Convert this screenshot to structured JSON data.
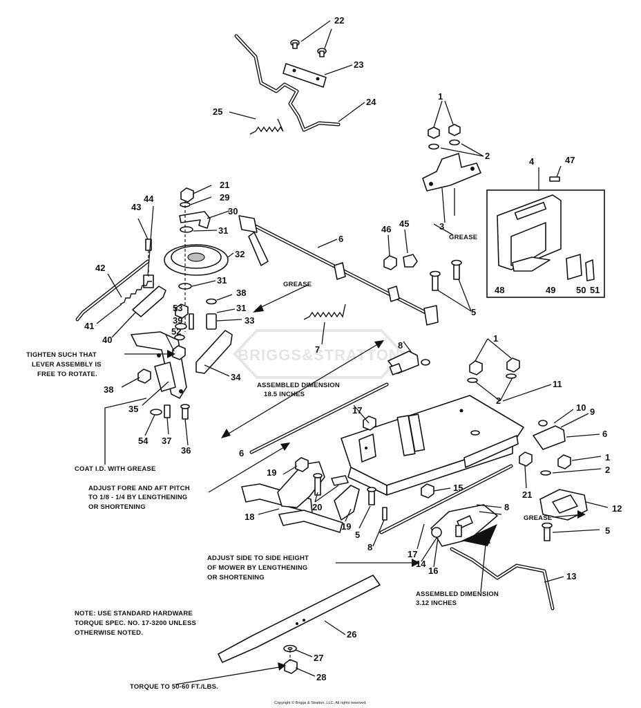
{
  "labels": {
    "l1a": "1",
    "l1b": "1",
    "l1c": "1",
    "l2a": "2",
    "l2b": "2",
    "l2c": "2",
    "l3": "3",
    "l4": "4",
    "l5a": "5",
    "l5b": "5",
    "l5c": "5",
    "l6a": "6",
    "l6b": "6",
    "l6c": "6",
    "l7": "7",
    "l8a": "8",
    "l8b": "8",
    "l8c": "8",
    "l9": "9",
    "l10": "10",
    "l11": "11",
    "l12": "12",
    "l13": "13",
    "l14": "14",
    "l15": "15",
    "l16": "16",
    "l17a": "17",
    "l17b": "17",
    "l18": "18",
    "l19a": "19",
    "l19b": "19",
    "l20": "20",
    "l21a": "21",
    "l21b": "21",
    "l22": "22",
    "l23": "23",
    "l24": "24",
    "l25": "25",
    "l26": "26",
    "l27": "27",
    "l28": "28",
    "l29": "29",
    "l30": "30",
    "l31a": "31",
    "l31b": "31",
    "l31c": "31",
    "l32": "32",
    "l33": "33",
    "l34": "34",
    "l35": "35",
    "l36": "36",
    "l37": "37",
    "l38a": "38",
    "l38b": "38",
    "l39": "39",
    "l40": "40",
    "l41": "41",
    "l42": "42",
    "l43": "43",
    "l44": "44",
    "l45": "45",
    "l46": "46",
    "l47": "47",
    "l48": "48",
    "l49": "49",
    "l50": "50",
    "l51": "51",
    "l52": "52",
    "l53": "53",
    "l54": "54"
  },
  "notes": {
    "grease_top": "GREASE",
    "grease_bracket": "GREASE",
    "grease_right": "GREASE",
    "tighten_1": "TIGHTEN SUCH THAT",
    "tighten_2": "LEVER ASSEMBLY IS",
    "tighten_3": "FREE TO ROTATE.",
    "assembled_1": "ASSEMBLED DIMENSION",
    "assembled_2": "18.5 INCHES",
    "coat": "COAT I.D. WITH GREASE",
    "pitch_1": "ADJUST FORE AND AFT PITCH",
    "pitch_2": "TO 1/8 - 1/4 BY LENGTHENING",
    "pitch_3": "OR SHORTENING",
    "side_1": "ADJUST SIDE TO SIDE HEIGHT",
    "side_2": "OF MOWER BY LENGTHENING",
    "side_3": "OR SHORTENING",
    "assembled2_1": "ASSEMBLED DIMENSION",
    "assembled2_2": "3.12 INCHES",
    "note_1": "NOTE: USE STANDARD HARDWARE",
    "note_2": "TORQUE SPEC. NO. 17-3200 UNLESS",
    "note_3": "OTHERWISE NOTED.",
    "torque": "TORQUE TO 50-60 FT./LBS."
  },
  "watermark": "BRIGGS&STRATTON",
  "copyright": "Copyright © Briggs & Stratton, LLC. All rights reserved."
}
